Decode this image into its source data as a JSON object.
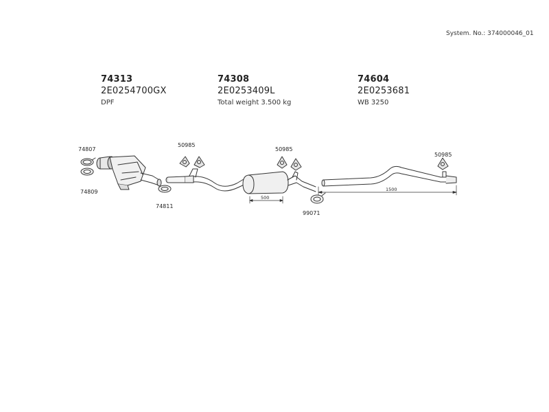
{
  "header": {
    "system_number": "System. No.: 374000046_01"
  },
  "parts": [
    {
      "number": "74313",
      "code": "2E0254700GX",
      "description": "DPF"
    },
    {
      "number": "74308",
      "code": "2E0253409L",
      "description": "Total weight 3.500 kg"
    },
    {
      "number": "74604",
      "code": "2E0253681",
      "description": "WB 3250"
    }
  ],
  "callouts": {
    "clamp_left": "74807",
    "gasket_left": "74809",
    "clamp_dpf": "74811",
    "hanger_front": "50985",
    "hanger_mid": "50985",
    "hanger_rear": "50985",
    "clamp_rear": "99071"
  },
  "dimensions": {
    "muffler_length": "500",
    "tail_length": "1500"
  }
}
